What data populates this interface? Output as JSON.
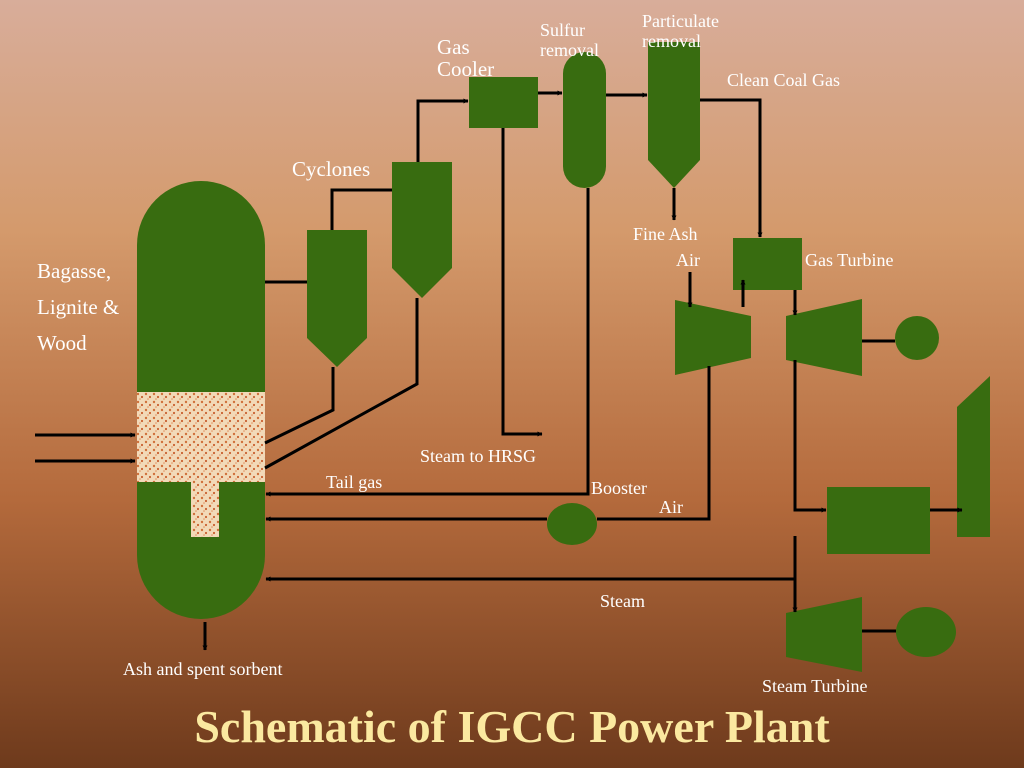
{
  "title": "Schematic of IGCC Power Plant",
  "labels": {
    "gas_cooler": [
      "Gas",
      "Cooler"
    ],
    "sulfur_removal": [
      "Sulfur",
      "removal"
    ],
    "particulate_removal": [
      "Particulate",
      "removal"
    ],
    "clean_coal_gas": "Clean Coal Gas",
    "cyclones": "Cyclones",
    "feed": [
      "Bagasse,",
      "Lignite &",
      "Wood"
    ],
    "fine_ash": "Fine Ash",
    "air_top": "Air",
    "gas_turbine": "Gas Turbine",
    "steam_to_hrsg": "Steam to HRSG",
    "tail_gas": "Tail gas",
    "booster": "Booster",
    "air_bottom": "Air",
    "steam": "Steam",
    "ash_sorbent": "Ash and spent sorbent",
    "steam_turbine": "Steam Turbine"
  },
  "colors": {
    "equipment": "#386c10",
    "flow_line": "#000000",
    "text": "#ffffff",
    "title": "#fbe9a0",
    "bed": "#f2d9b8",
    "bed_speckle": "#d0703a"
  }
}
